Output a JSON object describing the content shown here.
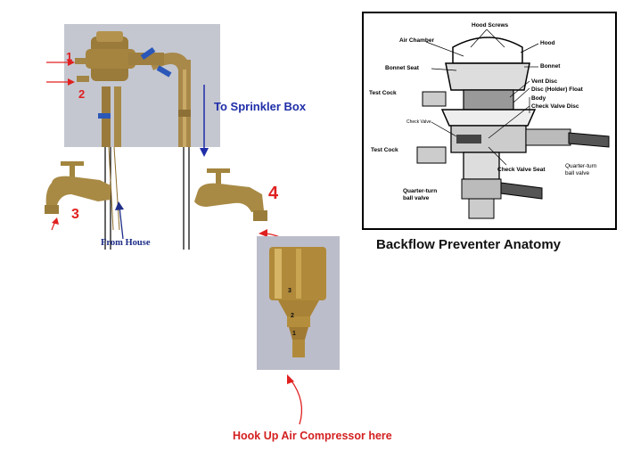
{
  "labels": {
    "to_sprinkler_box": "To Sprinkler Box",
    "from_house": "From House",
    "hook_up_compressor": "Hook Up Air Compressor here",
    "anatomy_title": "Backflow Preventer Anatomy"
  },
  "numbers": {
    "n1": "1",
    "n2": "2",
    "n3": "3",
    "n4": "4"
  },
  "adapter_marks": {
    "m3": "3",
    "m2": "2",
    "m1": "1"
  },
  "anatomy_parts": {
    "hood_screws": "Hood Screws",
    "air_chamber": "Air Chamber",
    "hood": "Hood",
    "bonnet_seat": "Bonnet Seat",
    "bonnet": "Bonnet",
    "test_cock_top": "Test Cock",
    "vent_disc": "Vent Disc",
    "disc_float": "Disc (Holder) Float",
    "body": "Body",
    "check_valve_disc": "Check Valve Disc",
    "check_valve": "Check Valve",
    "test_cock_bottom": "Test Cock",
    "check_valve_seat": "Check Valve Seat",
    "quarter_turn_right": "Quarter-turn ball valve",
    "quarter_turn_left": "Quarter-turn ball valve"
  },
  "colors": {
    "red_annotation": "#e02020",
    "blue_annotation": "#1f2ea8",
    "brass": "#b08a3a"
  }
}
